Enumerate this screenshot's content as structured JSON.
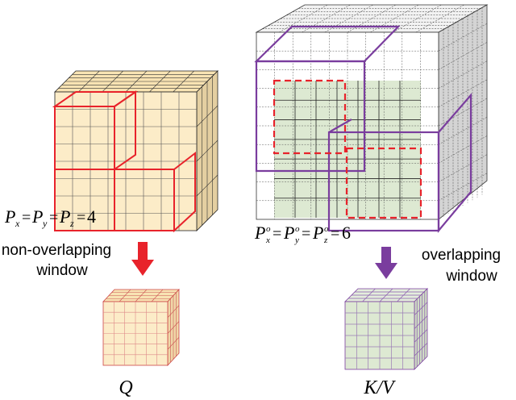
{
  "left": {
    "eq": {
      "px": "P",
      "px_sub": "x",
      "py": "P",
      "py_sub": "y",
      "pz": "P",
      "pz_sub": "z",
      "value": "4"
    },
    "caption_line1": "non-overlapping",
    "caption_line2": "window",
    "output_label": "Q",
    "window_color": "#e8232b",
    "cube_fill": "#fcecc8"
  },
  "right": {
    "eq": {
      "px": "P",
      "px_sup": "o",
      "px_sub": "x",
      "py": "P",
      "py_sup": "o",
      "py_sub": "y",
      "pz": "P",
      "pz_sup": "o",
      "pz_sub": "z",
      "value": "6"
    },
    "caption_line1": "overlapping",
    "caption_line2": "window",
    "output_label": "K/V",
    "window_color": "#7a3d9e",
    "inner_fill": "#dde9d2",
    "cube_side_fill": "#d4d4d4"
  }
}
